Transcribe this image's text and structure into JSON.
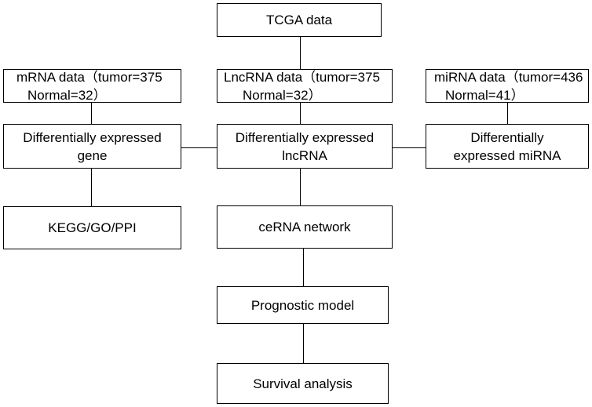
{
  "nodes": {
    "tcga": {
      "lines": [
        "TCGA data"
      ]
    },
    "mrna": {
      "lines": [
        "mRNA data（tumor=375",
        "Normal=32）"
      ]
    },
    "lncrna": {
      "lines": [
        "LncRNA data（tumor=375",
        "Normal=32）"
      ]
    },
    "mirna": {
      "lines": [
        "miRNA data（tumor=436",
        "Normal=41）"
      ]
    },
    "deg": {
      "lines": [
        "Differentially expressed",
        "gene"
      ]
    },
    "delnc": {
      "lines": [
        "Differentially expressed",
        "lncRNA"
      ]
    },
    "demir": {
      "lines": [
        "Differentially",
        "expressed miRNA"
      ]
    },
    "kegg": {
      "lines": [
        "KEGG/GO/PPI"
      ]
    },
    "cerna": {
      "lines": [
        "ceRNA network"
      ]
    },
    "prognostic": {
      "lines": [
        "Prognostic model"
      ]
    },
    "survival": {
      "lines": [
        "Survival analysis"
      ]
    }
  },
  "edges": [
    [
      "tcga",
      "lncrna"
    ],
    [
      "mrna",
      "deg"
    ],
    [
      "lncrna",
      "delnc"
    ],
    [
      "mirna",
      "demir"
    ],
    [
      "deg",
      "delnc"
    ],
    [
      "delnc",
      "demir"
    ],
    [
      "deg",
      "kegg"
    ],
    [
      "delnc",
      "cerna"
    ],
    [
      "cerna",
      "prognostic"
    ],
    [
      "prognostic",
      "survival"
    ]
  ]
}
